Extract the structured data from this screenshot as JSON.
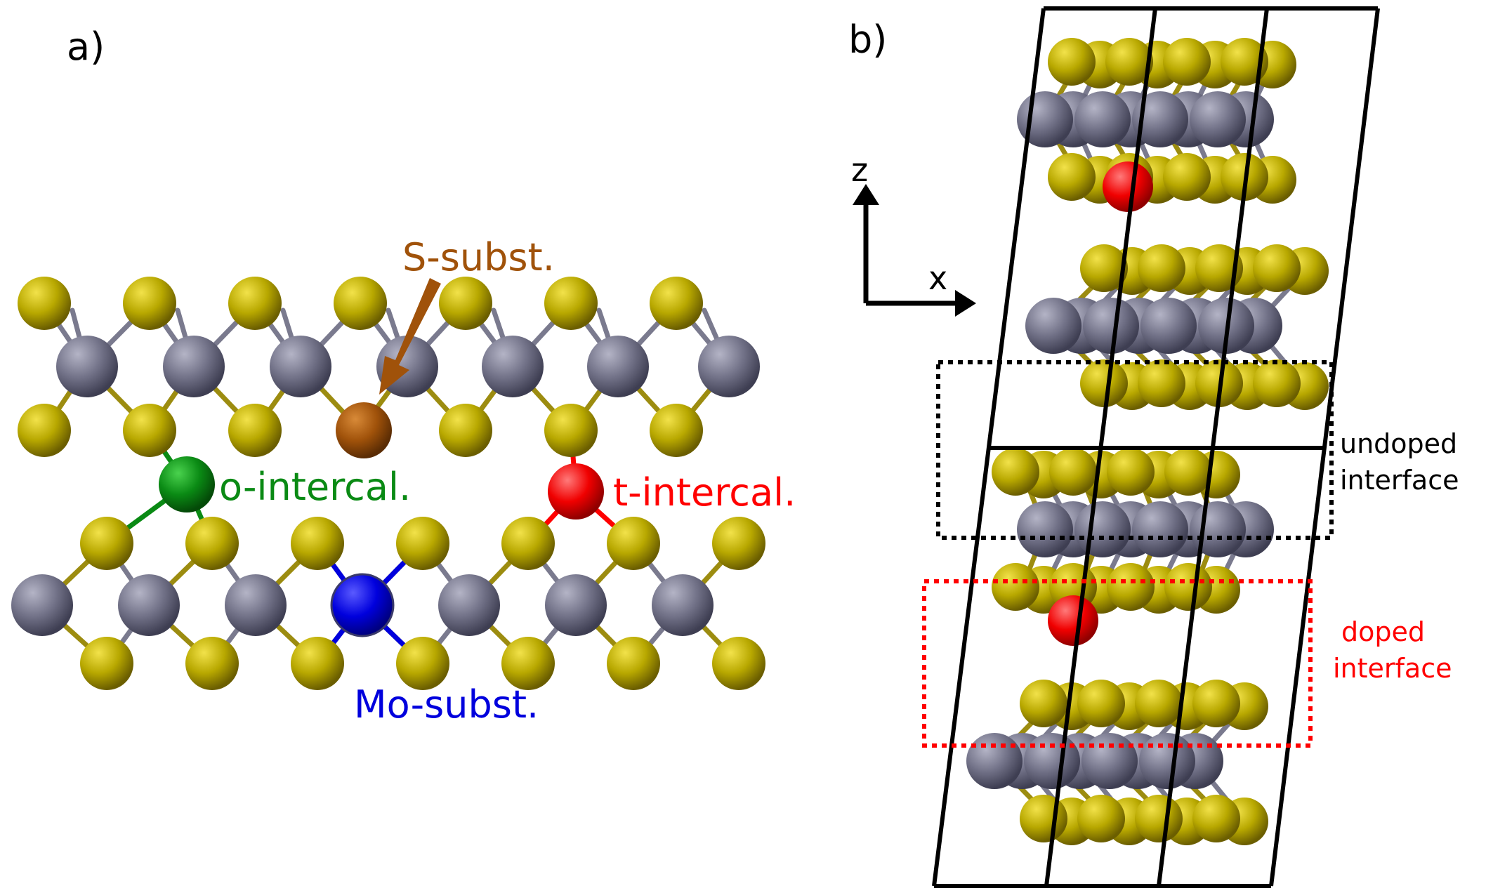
{
  "panels": {
    "a": {
      "label": "a)"
    },
    "b": {
      "label": "b)"
    }
  },
  "annotations": {
    "s_subst": "S-subst.",
    "o_intercal": "o-intercal.",
    "t_intercal": "t-intercal.",
    "mo_subst": "Mo-subst.",
    "axis_z": "z",
    "axis_x": "x",
    "undoped_line1": "undoped",
    "undoped_line2": "interface",
    "doped_line1": "doped",
    "doped_line2": "interface"
  },
  "colors": {
    "sulfur": "#b8a800",
    "molybdenum": "#6c6c82",
    "s_subst": "#a0520a",
    "o_intercal": "#0a8a14",
    "t_intercal": "#ff0000",
    "mo_subst": "#0000dd",
    "undoped_box": "#000000",
    "doped_box": "#ff0000"
  }
}
